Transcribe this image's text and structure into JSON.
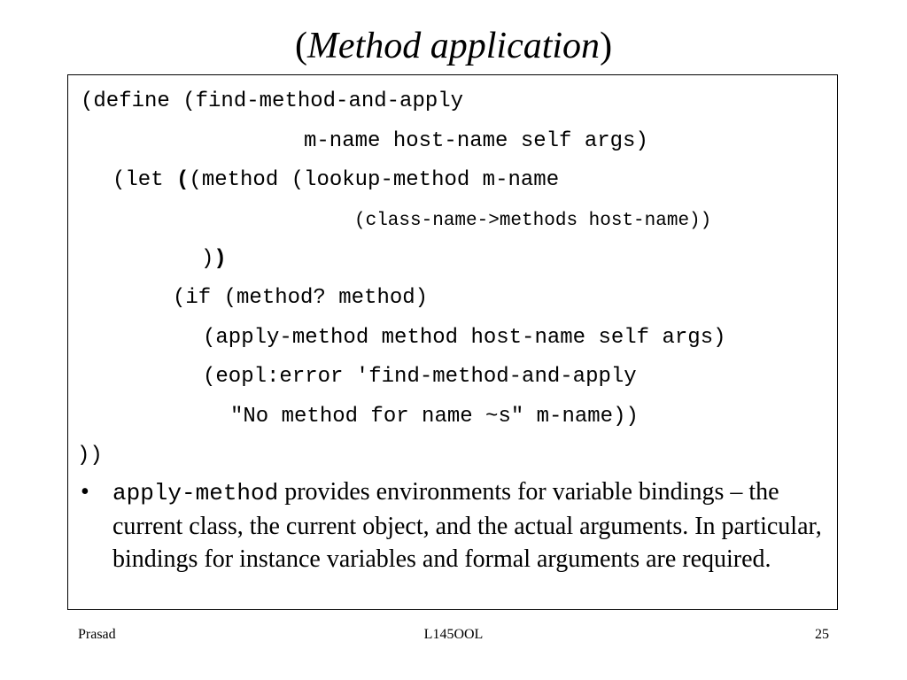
{
  "title": {
    "open": "(",
    "text": "Method application",
    "close": ")"
  },
  "code": {
    "line1": "(define (find-method-and-apply",
    "line2": "m-name host-name self args)",
    "line3a": "(let ",
    "line3b": "(",
    "line3c": "(method (lookup-method m-name",
    "line4": "(class-name->methods host-name))",
    "line5a": ")",
    "line5b": ")",
    "line6": "(if (method? method)",
    "line7": "(apply-method method host-name self args)",
    "line8": "(eopl:error 'find-method-and-apply",
    "line9": "\"No method for name ~s\" m-name))",
    "line10": "))"
  },
  "bullet": {
    "mark": "•",
    "code": "apply-method",
    "text": " provides environments for variable bindings – the current class, the current object, and the actual arguments. In particular, bindings for instance variables and formal arguments are required."
  },
  "footer": {
    "left": "Prasad",
    "center": "L145OOL",
    "right": "25"
  }
}
